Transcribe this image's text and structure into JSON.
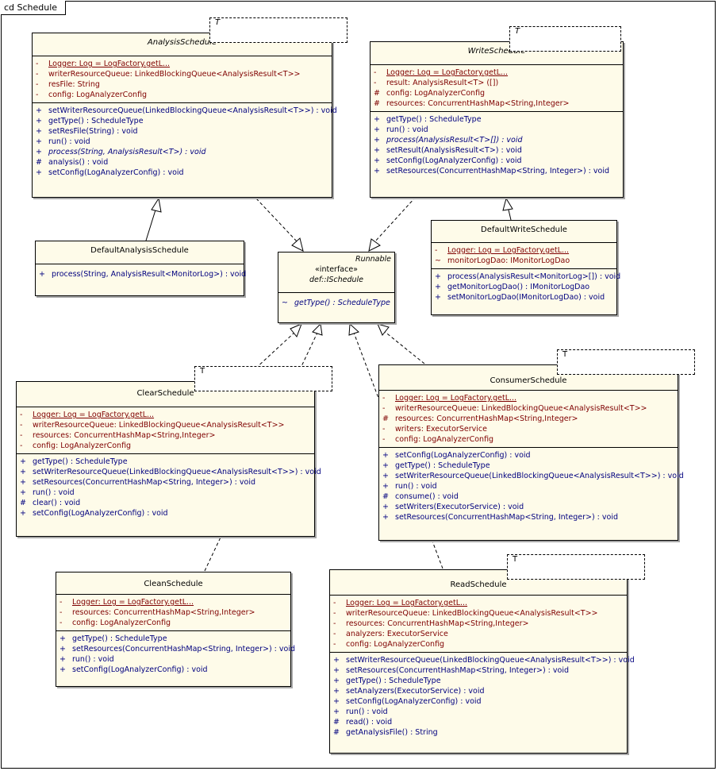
{
  "diagram": {
    "tab_label": "cd Schedule"
  },
  "template_param": "T",
  "colors": {
    "class_fill": "#fefbe9",
    "attr_text": "#7f0000",
    "op_text": "#00007f"
  },
  "classes": {
    "analysis": {
      "name": "AnalysisSchedule",
      "attributes": [
        {
          "vis": "-",
          "text": "Logger:  Log = LogFactory.getL..."
        },
        {
          "vis": "-",
          "text": "writerResourceQueue:  LinkedBlockingQueue<AnalysisResult<T>>"
        },
        {
          "vis": "-",
          "text": "resFile:  String"
        },
        {
          "vis": "-",
          "text": "config:  LogAnalyzerConfig"
        }
      ],
      "operations": [
        {
          "vis": "+",
          "text": "setWriterResourceQueue(LinkedBlockingQueue<AnalysisResult<T>>) : void"
        },
        {
          "vis": "+",
          "text": "getType() : ScheduleType"
        },
        {
          "vis": "+",
          "text": "setResFile(String) : void"
        },
        {
          "vis": "+",
          "text": "run() : void"
        },
        {
          "vis": "+",
          "text": "process(String, AnalysisResult<T>) : void"
        },
        {
          "vis": "#",
          "text": "analysis() : void"
        },
        {
          "vis": "+",
          "text": "setConfig(LogAnalyzerConfig) : void"
        }
      ]
    },
    "write": {
      "name": "WriteSchedule",
      "attributes": [
        {
          "vis": "-",
          "text": "Logger:  Log = LogFactory.getL..."
        },
        {
          "vis": "-",
          "text": "result:  AnalysisResult<T> ([])"
        },
        {
          "vis": "#",
          "text": "config:  LogAnalyzerConfig"
        },
        {
          "vis": "#",
          "text": "resources:  ConcurrentHashMap<String,Integer>"
        }
      ],
      "operations": [
        {
          "vis": "+",
          "text": "getType() : ScheduleType"
        },
        {
          "vis": "+",
          "text": "run() : void"
        },
        {
          "vis": "+",
          "text": "process(AnalysisResult<T>[]) : void"
        },
        {
          "vis": "+",
          "text": "setResult(AnalysisResult<T>) : void"
        },
        {
          "vis": "+",
          "text": "setConfig(LogAnalyzerConfig) : void"
        },
        {
          "vis": "+",
          "text": "setResources(ConcurrentHashMap<String, Integer>) : void"
        }
      ]
    },
    "default_analysis": {
      "name": "DefaultAnalysisSchedule",
      "operations": [
        {
          "vis": "+",
          "text": "process(String, AnalysisResult<MonitorLog>) : void"
        }
      ]
    },
    "default_write": {
      "name": "DefaultWriteSchedule",
      "attributes": [
        {
          "vis": "-",
          "text": "Logger:  Log = LogFactory.getL..."
        },
        {
          "vis": "~",
          "text": "monitorLogDao:  IMonitorLogDao"
        }
      ],
      "operations": [
        {
          "vis": "+",
          "text": "process(AnalysisResult<MonitorLog>[]) : void"
        },
        {
          "vis": "+",
          "text": "getMonitorLogDao() : IMonitorLogDao"
        },
        {
          "vis": "+",
          "text": "setMonitorLogDao(IMonitorLogDao) : void"
        }
      ]
    },
    "ischedule": {
      "parent": "Runnable",
      "stereotype": "«interface»",
      "name": "def::ISchedule",
      "operations": [
        {
          "vis": "~",
          "text": "getType() : ScheduleType"
        }
      ]
    },
    "clear": {
      "name": "ClearSchedule",
      "attributes": [
        {
          "vis": "-",
          "text": "Logger:  Log = LogFactory.getL..."
        },
        {
          "vis": "-",
          "text": "writerResourceQueue:  LinkedBlockingQueue<AnalysisResult<T>>"
        },
        {
          "vis": "-",
          "text": "resources:  ConcurrentHashMap<String,Integer>"
        },
        {
          "vis": "-",
          "text": "config:  LogAnalyzerConfig"
        }
      ],
      "operations": [
        {
          "vis": "+",
          "text": "getType() : ScheduleType"
        },
        {
          "vis": "+",
          "text": "setWriterResourceQueue(LinkedBlockingQueue<AnalysisResult<T>>) : void"
        },
        {
          "vis": "+",
          "text": "setResources(ConcurrentHashMap<String, Integer>) : void"
        },
        {
          "vis": "+",
          "text": "run() : void"
        },
        {
          "vis": "#",
          "text": "clear() : void"
        },
        {
          "vis": "+",
          "text": "setConfig(LogAnalyzerConfig) : void"
        }
      ]
    },
    "consumer": {
      "name": "ConsumerSchedule",
      "attributes": [
        {
          "vis": "-",
          "text": "Logger:  Log = LogFactory.getL..."
        },
        {
          "vis": "-",
          "text": "writerResourceQueue:  LinkedBlockingQueue<AnalysisResult<T>>"
        },
        {
          "vis": "#",
          "text": "resources:  ConcurrentHashMap<String,Integer>"
        },
        {
          "vis": "-",
          "text": "writers:  ExecutorService"
        },
        {
          "vis": "-",
          "text": "config:  LogAnalyzerConfig"
        }
      ],
      "operations": [
        {
          "vis": "+",
          "text": "setConfig(LogAnalyzerConfig) : void"
        },
        {
          "vis": "+",
          "text": "getType() : ScheduleType"
        },
        {
          "vis": "+",
          "text": "setWriterResourceQueue(LinkedBlockingQueue<AnalysisResult<T>>) : void"
        },
        {
          "vis": "+",
          "text": "run() : void"
        },
        {
          "vis": "#",
          "text": "consume() : void"
        },
        {
          "vis": "+",
          "text": "setWriters(ExecutorService) : void"
        },
        {
          "vis": "+",
          "text": "setResources(ConcurrentHashMap<String, Integer>) : void"
        }
      ]
    },
    "clean": {
      "name": "CleanSchedule",
      "attributes": [
        {
          "vis": "-",
          "text": "Logger:  Log = LogFactory.getL..."
        },
        {
          "vis": "-",
          "text": "resources:  ConcurrentHashMap<String,Integer>"
        },
        {
          "vis": "-",
          "text": "config:  LogAnalyzerConfig"
        }
      ],
      "operations": [
        {
          "vis": "+",
          "text": "getType() : ScheduleType"
        },
        {
          "vis": "+",
          "text": "setResources(ConcurrentHashMap<String, Integer>) : void"
        },
        {
          "vis": "+",
          "text": "run() : void"
        },
        {
          "vis": "+",
          "text": "setConfig(LogAnalyzerConfig) : void"
        }
      ]
    },
    "read": {
      "name": "ReadSchedule",
      "attributes": [
        {
          "vis": "-",
          "text": "Logger:  Log = LogFactory.getL..."
        },
        {
          "vis": "-",
          "text": "writerResourceQueue:  LinkedBlockingQueue<AnalysisResult<T>>"
        },
        {
          "vis": "-",
          "text": "resources:  ConcurrentHashMap<String,Integer>"
        },
        {
          "vis": "-",
          "text": "analyzers:  ExecutorService"
        },
        {
          "vis": "-",
          "text": "config:  LogAnalyzerConfig"
        }
      ],
      "operations": [
        {
          "vis": "+",
          "text": "setWriterResourceQueue(LinkedBlockingQueue<AnalysisResult<T>>) : void"
        },
        {
          "vis": "+",
          "text": "setResources(ConcurrentHashMap<String, Integer>) : void"
        },
        {
          "vis": "+",
          "text": "getType() : ScheduleType"
        },
        {
          "vis": "+",
          "text": "setAnalyzers(ExecutorService) : void"
        },
        {
          "vis": "+",
          "text": "setConfig(LogAnalyzerConfig) : void"
        },
        {
          "vis": "+",
          "text": "run() : void"
        },
        {
          "vis": "#",
          "text": "read() : void"
        },
        {
          "vis": "#",
          "text": "getAnalysisFile() : String"
        }
      ]
    }
  }
}
